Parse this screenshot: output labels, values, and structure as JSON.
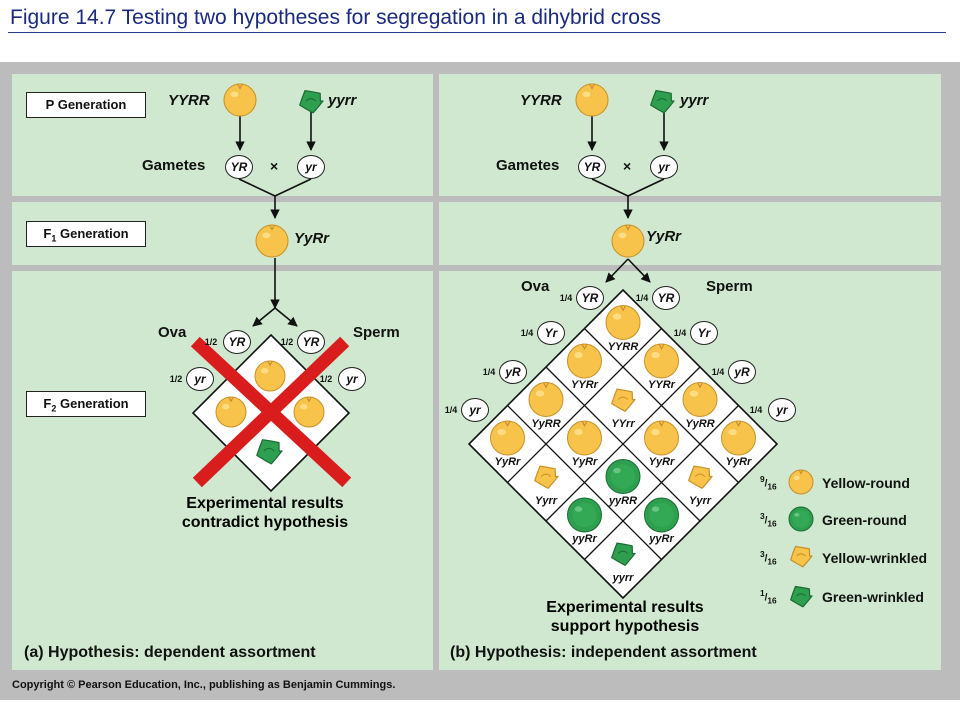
{
  "figure_title": "Figure 14.7  Testing two hypotheses for segregation in a dihybrid cross",
  "copyright": "Copyright © Pearson Education, Inc., publishing as Benjamin Cummings.",
  "colors": {
    "panel_background": "#cfe8cf",
    "yellow_pea": "#f7c34a",
    "green_pea": "#2e9e4f",
    "red_x": "#d91c1c"
  },
  "generations": {
    "p_label": "P Generation",
    "f1_label_main": "F",
    "f1_label_sub": "1",
    "f1_label_rest": " Generation",
    "f2_label_main": "F",
    "f2_label_sub": "2",
    "f2_label_rest": " Generation"
  },
  "common": {
    "parent1_genotype": "YYRR",
    "parent2_genotype": "yyrr",
    "gametes_label": "Gametes",
    "gamete_p1": "YR",
    "gamete_p2": "yr",
    "cross_symbol": "×",
    "f1_genotype": "YyRr",
    "ova_label": "Ova",
    "sperm_label": "Sperm"
  },
  "panel_a": {
    "panel_letter": "(a)",
    "hypothesis": "Hypothesis: dependent assortment",
    "egg_gametes": [
      {
        "fraction": "1/2",
        "allele": "YR"
      },
      {
        "fraction": "1/2",
        "allele": "yr"
      }
    ],
    "sperm_gametes": [
      {
        "fraction": "1/2",
        "allele": "YR"
      },
      {
        "fraction": "1/2",
        "allele": "yr"
      }
    ],
    "result_line1": "Experimental results",
    "result_line2": "contradict hypothesis"
  },
  "panel_b": {
    "panel_letter": "(b)",
    "hypothesis": "Hypothesis: independent assortment",
    "egg_gametes": [
      {
        "fraction": "1/4",
        "allele": "YR"
      },
      {
        "fraction": "1/4",
        "allele": "Yr"
      },
      {
        "fraction": "1/4",
        "allele": "yR"
      },
      {
        "fraction": "1/4",
        "allele": "yr"
      }
    ],
    "sperm_gametes": [
      {
        "fraction": "1/4",
        "allele": "YR"
      },
      {
        "fraction": "1/4",
        "allele": "Yr"
      },
      {
        "fraction": "1/4",
        "allele": "yR"
      },
      {
        "fraction": "1/4",
        "allele": "yr"
      }
    ],
    "punnett_genotypes": [
      [
        "YYRR",
        "YYRr",
        "YyRR",
        "YyRr"
      ],
      [
        "YYRr",
        "YYrr",
        "YyRr",
        "Yyrr"
      ],
      [
        "YyRR",
        "YyRr",
        "yyRR",
        "yyRr"
      ],
      [
        "YyRr",
        "Yyrr",
        "yyRr",
        "yyrr"
      ]
    ],
    "result_line1": "Experimental results",
    "result_line2": "support hypothesis",
    "legend": [
      {
        "numerator": "9",
        "denominator": "16",
        "label": "Yellow-round",
        "icon": "yellow-round-pea"
      },
      {
        "numerator": "3",
        "denominator": "16",
        "label": "Green-round",
        "icon": "green-round-pea"
      },
      {
        "numerator": "3",
        "denominator": "16",
        "label": "Yellow-wrinkled",
        "icon": "yellow-wrinkled-pea"
      },
      {
        "numerator": "1",
        "denominator": "16",
        "label": "Green-wrinkled",
        "icon": "green-wrinkled-pea"
      }
    ]
  }
}
